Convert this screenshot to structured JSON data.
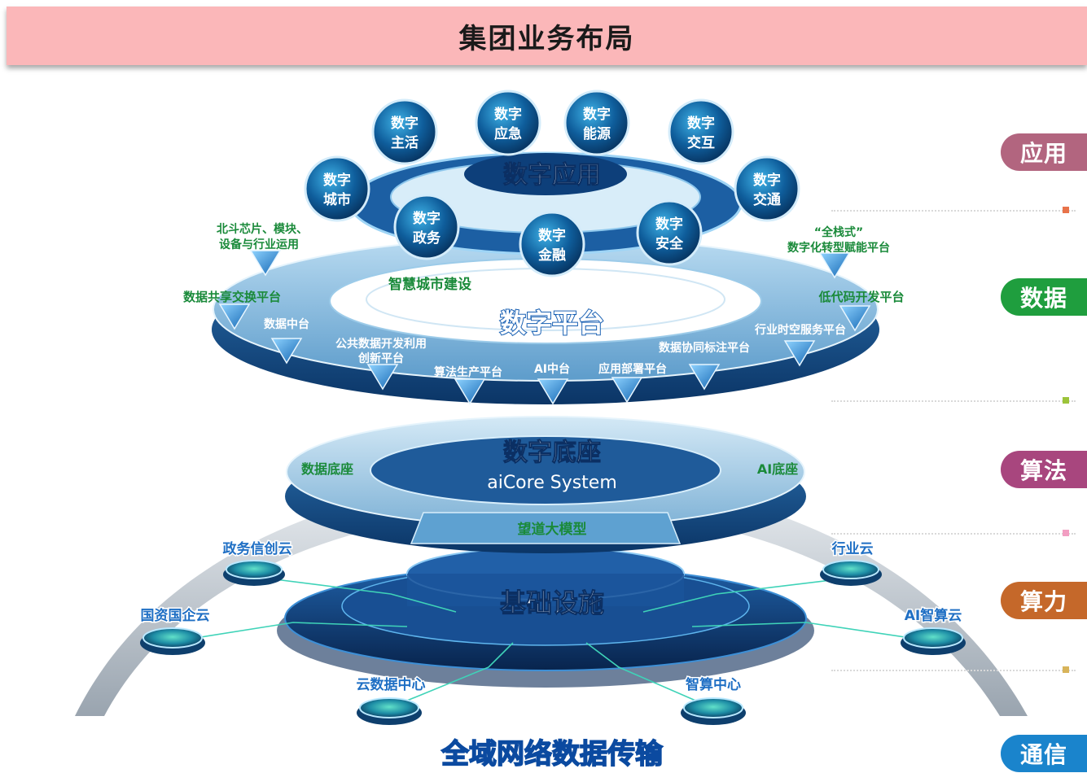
{
  "header": {
    "title": "集团业务布局"
  },
  "layers": [
    {
      "label": "应用",
      "color": "#b2657f"
    },
    {
      "label": "数据",
      "color": "#1f9e3e"
    },
    {
      "label": "算法",
      "color": "#a8467e"
    },
    {
      "label": "算力",
      "color": "#c5682a"
    },
    {
      "label": "通信",
      "color": "#1a84cc"
    }
  ],
  "divider_colors": [
    "#e8734a",
    "#9cc43a",
    "#f29ec2",
    "#d8b45a"
  ],
  "apps": {
    "title": "数字应用",
    "bubbles": [
      {
        "l1": "数字",
        "l2": "主活"
      },
      {
        "l1": "数字",
        "l2": "应急"
      },
      {
        "l1": "数字",
        "l2": "能源"
      },
      {
        "l1": "数字",
        "l2": "交互"
      },
      {
        "l1": "数字",
        "l2": "城市"
      },
      {
        "l1": "数字",
        "l2": "交通"
      },
      {
        "l1": "数字",
        "l2": "政务"
      },
      {
        "l1": "数字",
        "l2": "金融"
      },
      {
        "l1": "数字",
        "l2": "安全"
      }
    ],
    "smart_city": "智慧城市建设"
  },
  "platform": {
    "title": "数字平台",
    "beidou_1": "北斗芯片、模块、",
    "beidou_2": "设备与行业运用",
    "quanzhan_1": "“全栈式”",
    "quanzhan_2": "数字化转型赋能平台",
    "items": [
      "数据共享交换平台",
      "低代码开发平台",
      "数据中台",
      "行业时空服务平台",
      "数据协同标注平台",
      "算法生产平台",
      "AI中台",
      "应用部署平台"
    ],
    "public_1": "公共数据开发利用",
    "public_2": "创新平台"
  },
  "base": {
    "title": "数字底座",
    "subtitle": "aiCore System",
    "left": "数据底座",
    "right": "AI底座",
    "model": "望道大模型"
  },
  "infra": {
    "title": "基础设施",
    "clouds": [
      "政务信创云",
      "行业云",
      "国资国企云",
      "AI智算云",
      "云数据中心",
      "智算中心"
    ]
  },
  "network": {
    "title": "全域网络数据传输"
  }
}
